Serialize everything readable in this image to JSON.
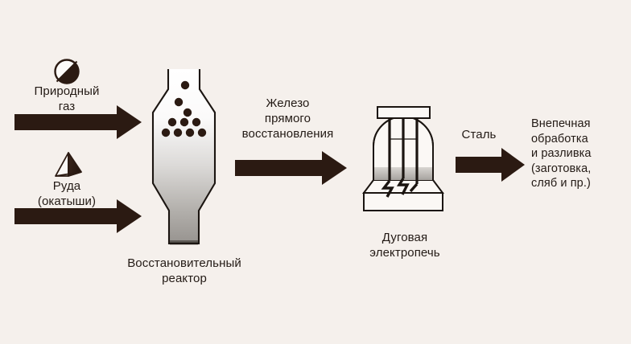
{
  "diagram": {
    "title_hidden": "",
    "background_color": "#f5f0ec",
    "ink_color": "#2b1a12",
    "text_color": "#231a15",
    "type": "process-flow",
    "inputs": [
      {
        "id": "natural-gas",
        "icon": "gas-circle-icon",
        "label": "Природный\nгаз"
      },
      {
        "id": "ore-pellets",
        "icon": "ore-pyramid-icon",
        "label": "Руда\n(окатыши)"
      }
    ],
    "stages": [
      {
        "id": "reduction-reactor",
        "icon": "reduction-reactor-icon",
        "caption": "Восстановительный\nреактор"
      },
      {
        "id": "arc-furnace",
        "icon": "electric-arc-furnace-icon",
        "caption": "Дуговая\nэлектропечь"
      }
    ],
    "flow_labels": [
      {
        "id": "dri",
        "text": "Железо\nпрямого\nвосстановления"
      },
      {
        "id": "steel",
        "text": "Сталь"
      }
    ],
    "output": {
      "id": "secondary-treatment",
      "text": "Внепечная\nобработка\nи разливка\n(заготовка,\nсляб и пр.)"
    },
    "arrows": [
      {
        "id": "arrow-gas-to-reactor"
      },
      {
        "id": "arrow-ore-to-reactor"
      },
      {
        "id": "arrow-reactor-to-furnace"
      },
      {
        "id": "arrow-furnace-to-output"
      }
    ]
  }
}
